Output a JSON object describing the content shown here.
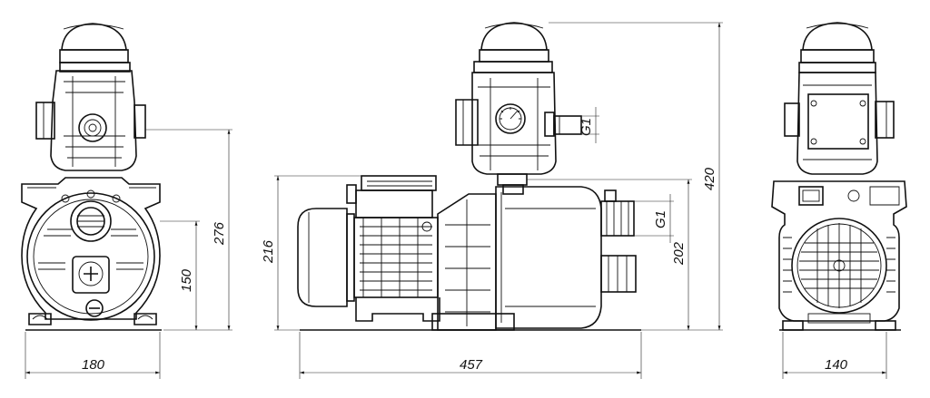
{
  "dimensions": {
    "front_width": "180",
    "front_height_total": "276",
    "front_axis_height": "150",
    "side_length": "457",
    "side_base_height": "216",
    "side_total_height": "420",
    "side_outlet_height": "202",
    "side_outlet_thread": "G1",
    "side_switch_thread": "G1",
    "rear_width": "140"
  }
}
